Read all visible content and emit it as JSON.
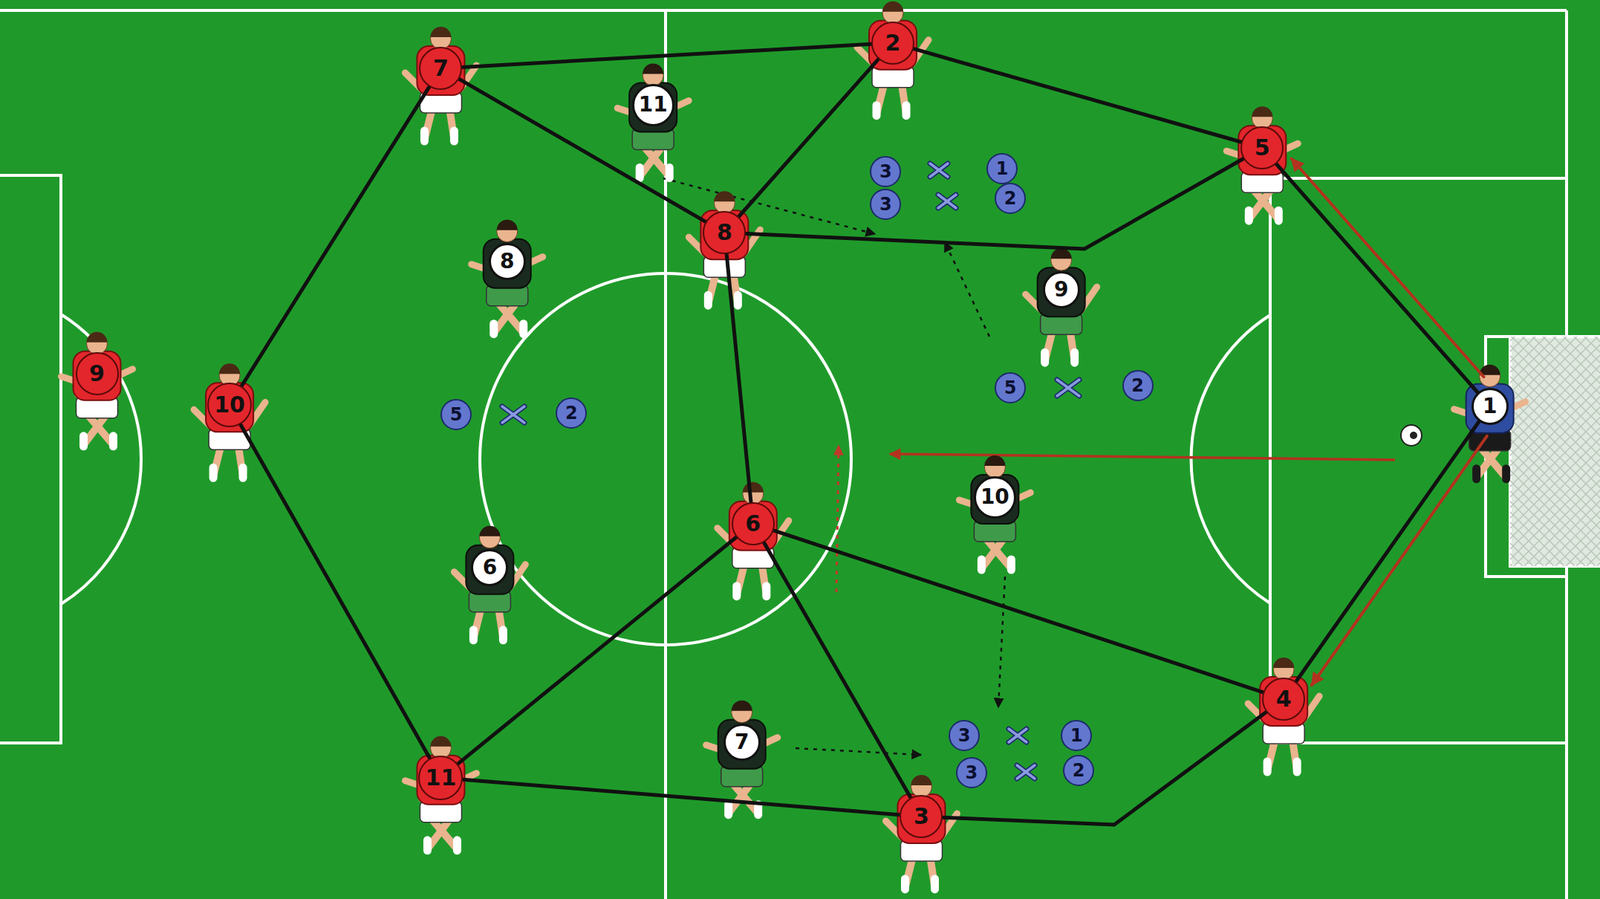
{
  "diagram": {
    "nodes": [
      {
        "text": [
          "7"
        ]
      },
      {
        "text": [
          "11"
        ]
      },
      {
        "text": [
          "2"
        ]
      },
      {
        "text": [
          "5"
        ]
      },
      {
        "text": [
          "8"
        ]
      },
      {
        "text": [
          "8"
        ]
      },
      {
        "text": [
          "9"
        ]
      },
      {
        "text": [
          "9"
        ]
      },
      {
        "text": [
          "10"
        ]
      },
      {
        "text": [
          "1"
        ]
      },
      {
        "text": [
          "6"
        ]
      },
      {
        "text": [
          "10"
        ]
      },
      {
        "text": [
          "6"
        ]
      },
      {
        "text": [
          "7"
        ]
      },
      {
        "text": [
          "4"
        ]
      },
      {
        "text": [
          "11"
        ]
      },
      {
        "text": [
          "3"
        ]
      },
      {
        "text": [
          "3"
        ]
      },
      {
        "text": [
          "1"
        ]
      },
      {
        "text": [
          "3"
        ]
      },
      {
        "text": [
          "2"
        ]
      },
      {
        "text": [
          "5"
        ]
      },
      {
        "text": [
          "2"
        ]
      },
      {
        "text": [
          "5"
        ]
      },
      {
        "text": [
          "2"
        ]
      },
      {
        "text": [
          "3"
        ]
      },
      {
        "text": [
          "1"
        ]
      },
      {
        "text": [
          "3"
        ]
      },
      {
        "text": [
          "2"
        ]
      }
    ],
    "edges": [
      {
        "from": 0,
        "to": 2,
        "arrow": "none"
      },
      {
        "from": 0,
        "to": 4,
        "arrow": "none"
      },
      {
        "from": 0,
        "to": 8,
        "arrow": "none"
      },
      {
        "from": 2,
        "to": 4,
        "arrow": "none"
      },
      {
        "from": 2,
        "to": 3,
        "arrow": "none"
      },
      {
        "from": 4,
        "to": 3,
        "arrow": "none"
      },
      {
        "from": 4,
        "to": 10,
        "arrow": "none"
      },
      {
        "from": 3,
        "to": 9,
        "arrow": "none"
      },
      {
        "from": 9,
        "to": 14,
        "arrow": "none"
      },
      {
        "from": 10,
        "to": 15,
        "arrow": "none"
      },
      {
        "from": 10,
        "to": 16,
        "arrow": "none"
      },
      {
        "from": 10,
        "to": 14,
        "arrow": "none"
      },
      {
        "from": 15,
        "to": 16,
        "arrow": "none"
      },
      {
        "from": 16,
        "to": 14,
        "arrow": "none"
      },
      {
        "from": 8,
        "to": 15,
        "arrow": "none"
      },
      {
        "from": 9,
        "to": 3,
        "arrow": "to"
      },
      {
        "from": 9,
        "to": 14,
        "arrow": "to"
      }
    ]
  }
}
